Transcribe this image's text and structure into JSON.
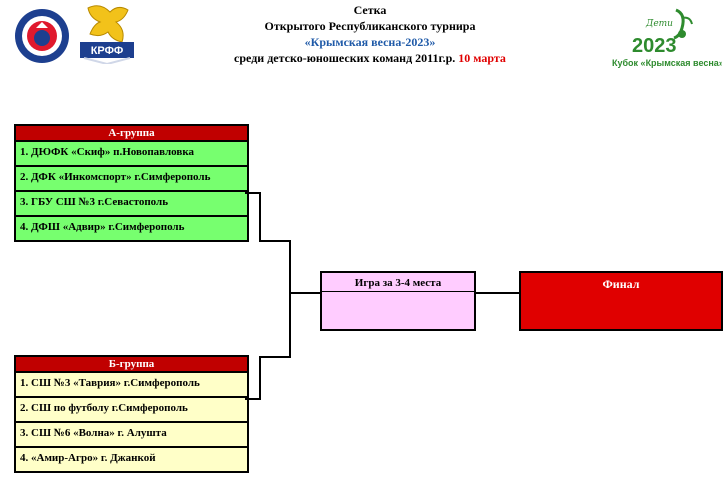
{
  "header": {
    "line1": "Сетка",
    "line2": "Открытого Республиканского турнира",
    "line3": "«Крымская весна-2023»",
    "line4_main": "среди детско-юношеских команд 2011г.р.",
    "line4_date": "10 марта"
  },
  "logo_right": {
    "script": "Дети",
    "year": "2023",
    "caption": "Кубок «Крымская весна»"
  },
  "group_a": {
    "title": "А-группа",
    "teams": [
      "1. ДЮФК «Скиф» п.Новопавловка",
      "2. ДФК «Инкомспорт» г.Симферополь",
      "3. ГБУ СШ №3 г.Севастополь",
      "4. ДФШ «Адвир» г.Симферополь"
    ]
  },
  "group_b": {
    "title": "Б-группа",
    "teams": [
      "1. СШ №3 «Таврия» г.Симферополь",
      "2. СШ по футболу г.Симферополь",
      "3. СШ №6 «Волна» г. Алушта",
      "4. «Амир-Агро» г. Джанкой"
    ]
  },
  "third_place": {
    "title": "Игра за 3-4 места"
  },
  "final": {
    "title": "Финал"
  },
  "colors": {
    "group_header": "#c00000",
    "group_a_rows": "#77ff6f",
    "group_b_rows": "#ffffc8",
    "third_place_box": "#ffccff",
    "final_box": "#e00000",
    "title_blue": "#1f5aa8",
    "date_red": "#e00000"
  }
}
